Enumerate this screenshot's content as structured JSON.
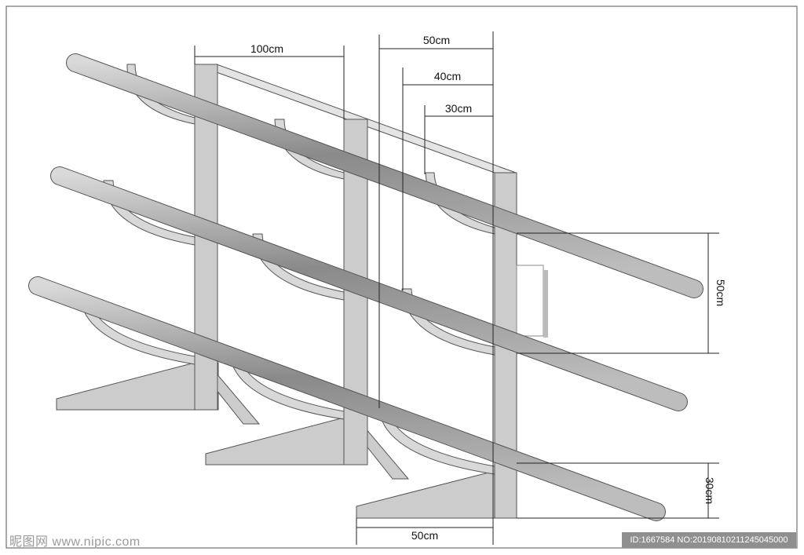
{
  "dimensions": {
    "top_span_100": "100cm",
    "top_span_50": "50cm",
    "span_40": "40cm",
    "span_30": "30cm",
    "right_50": "50cm",
    "right_30": "30cm",
    "bottom_50": "50cm"
  },
  "watermark": {
    "site": "昵图网 www.nipic.com",
    "id": "ID:1667584 NO:20190810211245045000"
  },
  "colors": {
    "pipe": "#9a9a9a",
    "post": "#cccccc",
    "line": "#333333"
  }
}
